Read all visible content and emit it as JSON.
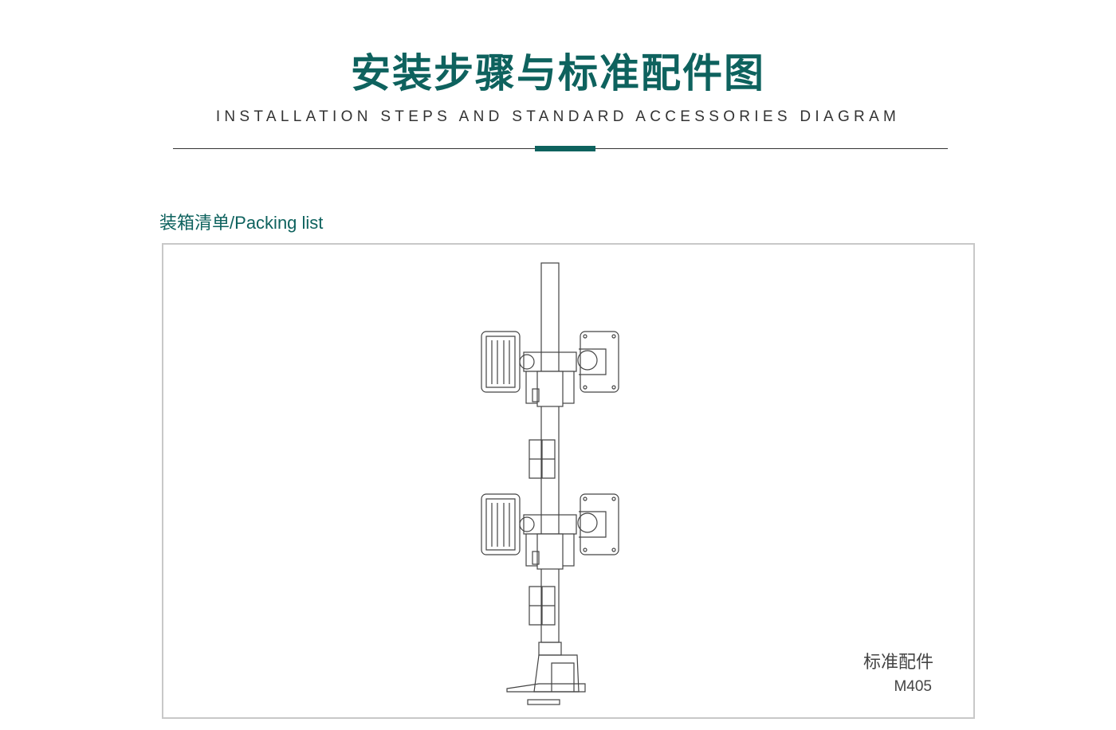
{
  "header": {
    "title": "安装步骤与标准配件图",
    "subtitle": "INSTALLATION STEPS AND STANDARD ACCESSORIES DIAGRAM"
  },
  "section": {
    "label_cn": "装箱清单",
    "separator": "/",
    "label_en": "Packing list"
  },
  "product": {
    "label": "标准配件",
    "model": "M405"
  },
  "colors": {
    "accent": "#0e625e"
  }
}
